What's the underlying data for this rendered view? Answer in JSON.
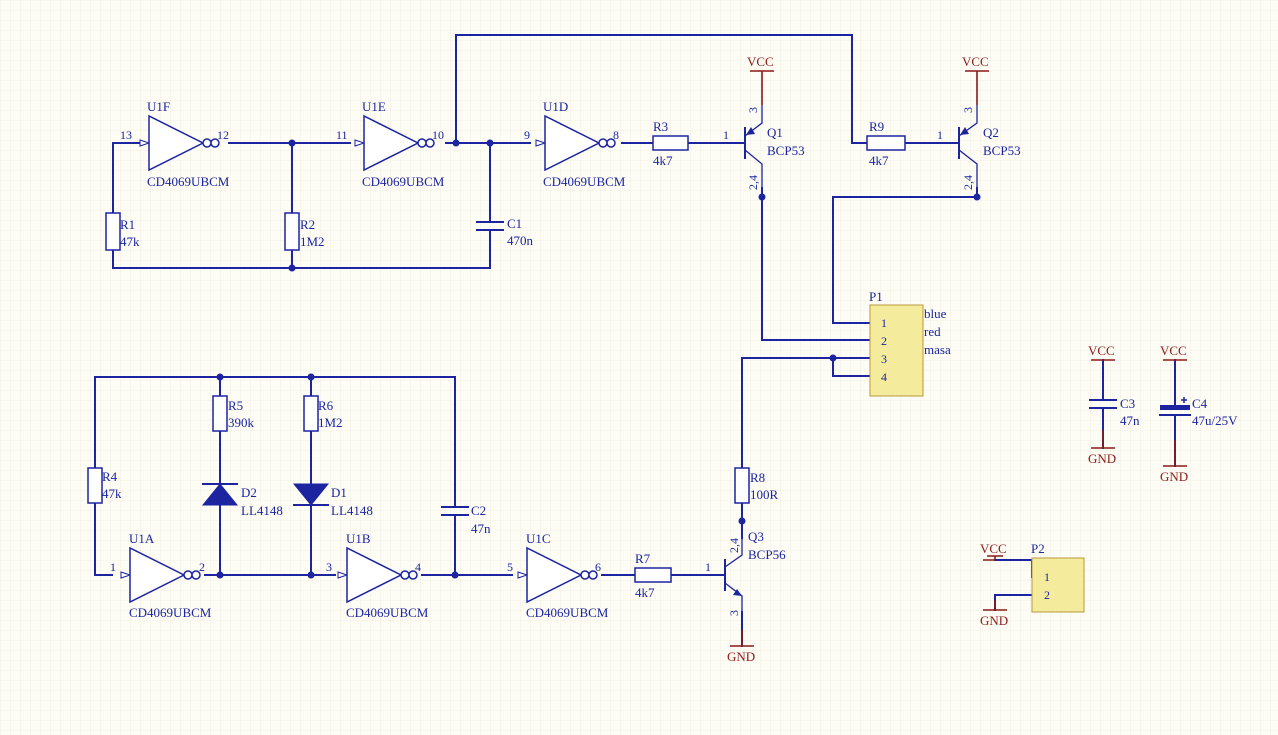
{
  "gates": {
    "u1f": {
      "ref": "U1F",
      "part": "CD4069UBCM",
      "pin_in": "13",
      "pin_out": "12"
    },
    "u1e": {
      "ref": "U1E",
      "part": "CD4069UBCM",
      "pin_in": "11",
      "pin_out": "10"
    },
    "u1d": {
      "ref": "U1D",
      "part": "CD4069UBCM",
      "pin_in": "9",
      "pin_out": "8"
    },
    "u1a": {
      "ref": "U1A",
      "part": "CD4069UBCM",
      "pin_in": "1",
      "pin_out": "2"
    },
    "u1b": {
      "ref": "U1B",
      "part": "CD4069UBCM",
      "pin_in": "3",
      "pin_out": "4"
    },
    "u1c": {
      "ref": "U1C",
      "part": "CD4069UBCM",
      "pin_in": "5",
      "pin_out": "6"
    }
  },
  "resistors": {
    "r1": {
      "ref": "R1",
      "value": "47k"
    },
    "r2": {
      "ref": "R2",
      "value": "1M2"
    },
    "r3": {
      "ref": "R3",
      "value": "4k7"
    },
    "r4": {
      "ref": "R4",
      "value": "47k"
    },
    "r5": {
      "ref": "R5",
      "value": "390k"
    },
    "r6": {
      "ref": "R6",
      "value": "1M2"
    },
    "r7": {
      "ref": "R7",
      "value": "4k7"
    },
    "r8": {
      "ref": "R8",
      "value": "100R"
    },
    "r9": {
      "ref": "R9",
      "value": "4k7"
    }
  },
  "capacitors": {
    "c1": {
      "ref": "C1",
      "value": "470n"
    },
    "c2": {
      "ref": "C2",
      "value": "47n"
    },
    "c3": {
      "ref": "C3",
      "value": "47n"
    },
    "c4": {
      "ref": "C4",
      "value": "47u/25V"
    }
  },
  "diodes": {
    "d1": {
      "ref": "D1",
      "value": "LL4148"
    },
    "d2": {
      "ref": "D2",
      "value": "LL4148"
    }
  },
  "transistors": {
    "q1": {
      "ref": "Q1",
      "part": "BCP53",
      "pin_b": "1",
      "pin_e": "3",
      "pin_c": "2,4"
    },
    "q2": {
      "ref": "Q2",
      "part": "BCP53",
      "pin_b": "1",
      "pin_e": "3",
      "pin_c": "2,4"
    },
    "q3": {
      "ref": "Q3",
      "part": "BCP56",
      "pin_b": "1",
      "pin_c": "2,4",
      "pin_e": "3"
    }
  },
  "connectors": {
    "p1": {
      "ref": "P1",
      "pins": [
        "1",
        "2",
        "3",
        "4"
      ],
      "labels": [
        "blue",
        "red",
        "masa"
      ]
    },
    "p2": {
      "ref": "P2",
      "pins": [
        "1",
        "2"
      ]
    }
  },
  "power": {
    "vcc": "VCC",
    "gnd": "GND"
  },
  "colors": {
    "wire": "#1c24a0",
    "power": "#8b1a1a",
    "grid": "#e7e3d3",
    "connector_fill": "#f4ec9c",
    "background": "#fdfcf5"
  }
}
